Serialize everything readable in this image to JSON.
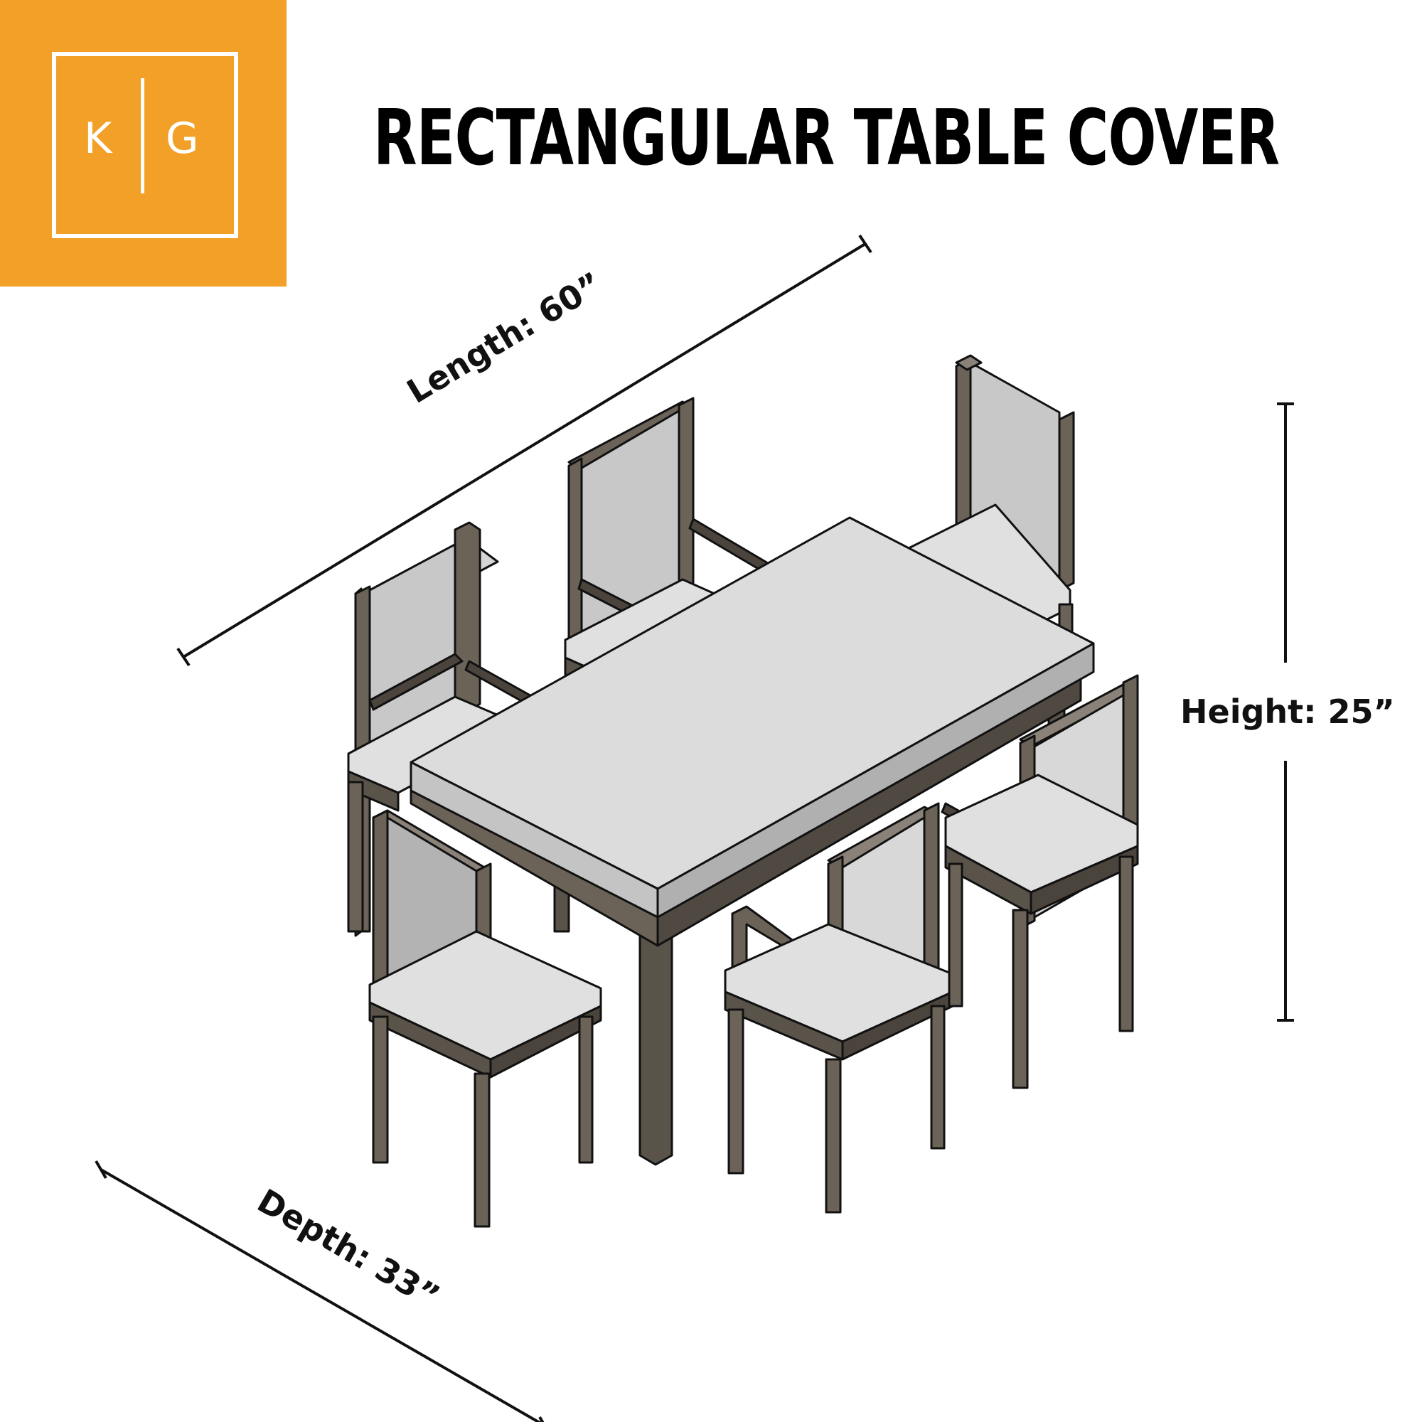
{
  "brand": {
    "letters": [
      "K",
      "G"
    ],
    "color": "#F2A027"
  },
  "title": "RECTANGULAR TABLE COVER",
  "dimensions": {
    "length": "Length: 60”",
    "height": "Height: 25”",
    "depth": "Depth: 33”"
  },
  "colors": {
    "frame": "#6b6358",
    "frame_dark": "#3f3a34",
    "cushion": "#d9d9d9",
    "back_panel": "#c8c8c8",
    "tabletop": "#dcdcdc",
    "line": "#111111"
  }
}
